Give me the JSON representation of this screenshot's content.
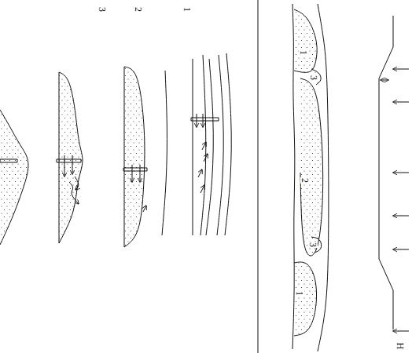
{
  "diagram": {
    "labels": [
      "1",
      "2",
      "3",
      "1",
      "3",
      "2",
      "3",
      "1",
      "H"
    ]
  }
}
